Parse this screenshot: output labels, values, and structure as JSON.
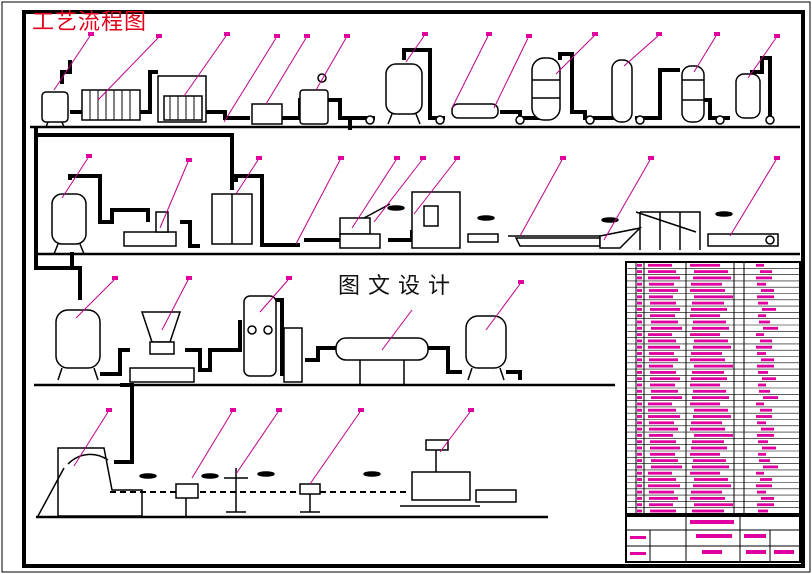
{
  "title": "工艺流程图",
  "watermark": "图文设计",
  "colors": {
    "line": "#000000",
    "leader": "#c0008a",
    "label_marker": "#e000a0",
    "title": "#e0001b"
  },
  "parts_list": {
    "rows": 40
  }
}
